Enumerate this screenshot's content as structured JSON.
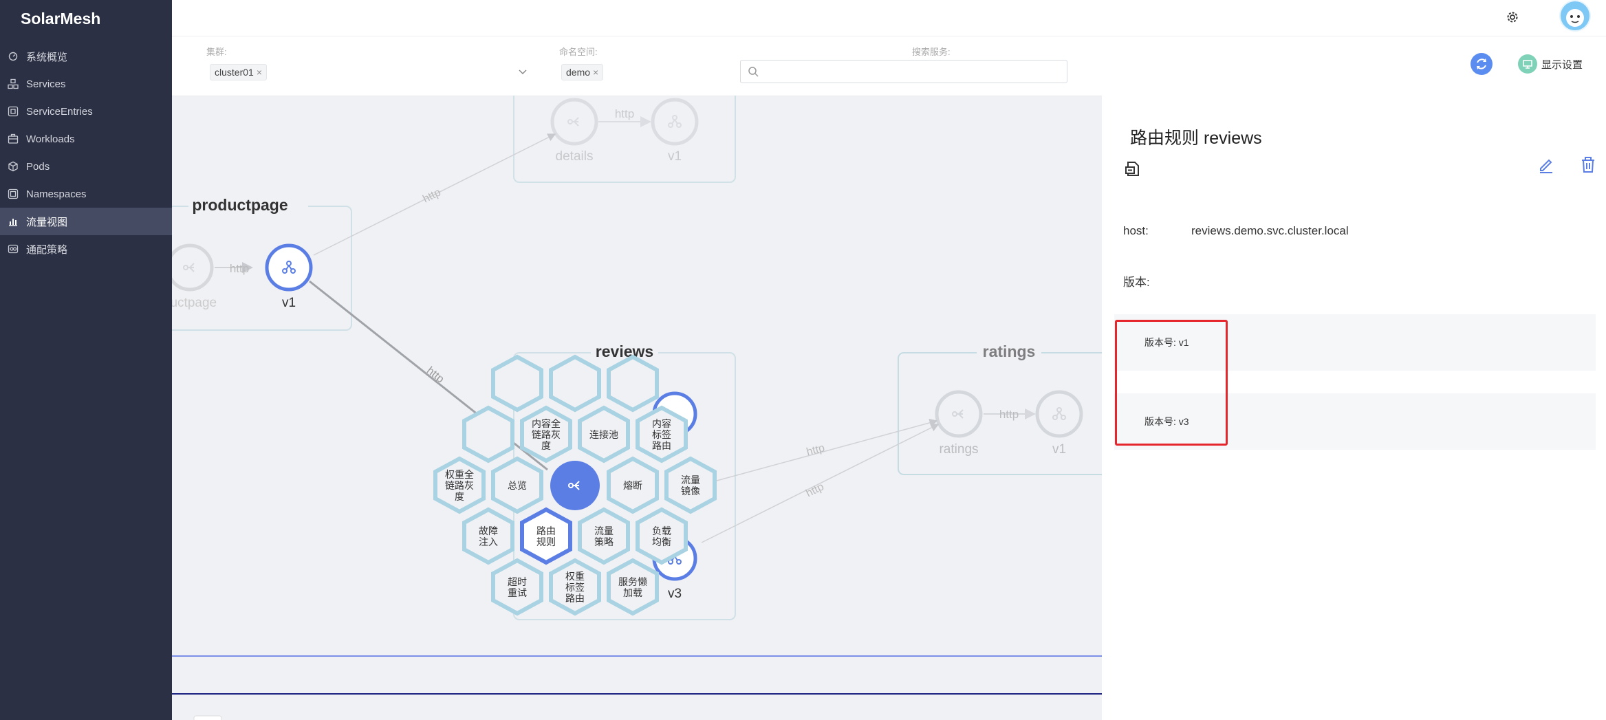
{
  "app": {
    "brand": "SolarMesh"
  },
  "sidebar": {
    "items": [
      {
        "label": "系统概览",
        "icon": "dashboard-icon"
      },
      {
        "label": "Services",
        "icon": "services-icon"
      },
      {
        "label": "ServiceEntries",
        "icon": "service-entries-icon"
      },
      {
        "label": "Workloads",
        "icon": "workloads-icon"
      },
      {
        "label": "Pods",
        "icon": "pods-icon"
      },
      {
        "label": "Namespaces",
        "icon": "namespaces-icon"
      },
      {
        "label": "流量视图",
        "icon": "traffic-chart-icon",
        "active": true
      },
      {
        "label": "通配策略",
        "icon": "policy-icon"
      }
    ]
  },
  "filters": {
    "cluster_label": "集群:",
    "cluster_value": "cluster01",
    "namespace_label": "命名空间:",
    "namespace_value": "demo",
    "search_label": "搜索服务:",
    "search_value": "",
    "display_settings": "显示设置"
  },
  "graph": {
    "details": {
      "node1": "details",
      "node2": "v1",
      "edge": "http"
    },
    "productpage": {
      "title": "productpage",
      "node1": "ductpage",
      "node2": "v1",
      "edge": "http"
    },
    "edge_to_details": "http",
    "edge_to_reviews": "http",
    "reviews": {
      "title": "reviews",
      "v3_label": "v3"
    },
    "ratings": {
      "title": "ratings",
      "node1": "ratings",
      "node2": "v1",
      "edge": "http"
    },
    "edge_reviews_ratings_1": "http",
    "edge_reviews_ratings_2": "http",
    "menu": {
      "content_gray": [
        "内容全",
        "链路灰",
        "度"
      ],
      "conn_pool": [
        "连接池"
      ],
      "content_tag": [
        "内容",
        "标签",
        "路由"
      ],
      "weight_gray": [
        "权重全",
        "链路灰",
        "度"
      ],
      "overview": [
        "总览"
      ],
      "circuit": [
        "熔断"
      ],
      "mirror": [
        "流量",
        "镜像"
      ],
      "fault": [
        "故障",
        "注入"
      ],
      "route": [
        "路由",
        "规则"
      ],
      "traffic_policy": [
        "流量",
        "策略"
      ],
      "lb": [
        "负载",
        "均衡"
      ],
      "timeout": [
        "超时",
        "重试"
      ],
      "weight_tag": [
        "权重",
        "标签",
        "路由"
      ],
      "lazy": [
        "服务懒",
        "加载"
      ]
    }
  },
  "panel": {
    "title": "路由规则  reviews",
    "host_label": "host:",
    "host_value": "reviews.demo.svc.cluster.local",
    "version_label": "版本:",
    "versions": [
      "版本号: v1",
      "版本号: v3"
    ]
  },
  "colors": {
    "sidebar_bg": "#2b3044",
    "accent": "#5b7ee5",
    "hex_border": "#a9d3e2",
    "highlight": "#e5262d"
  }
}
